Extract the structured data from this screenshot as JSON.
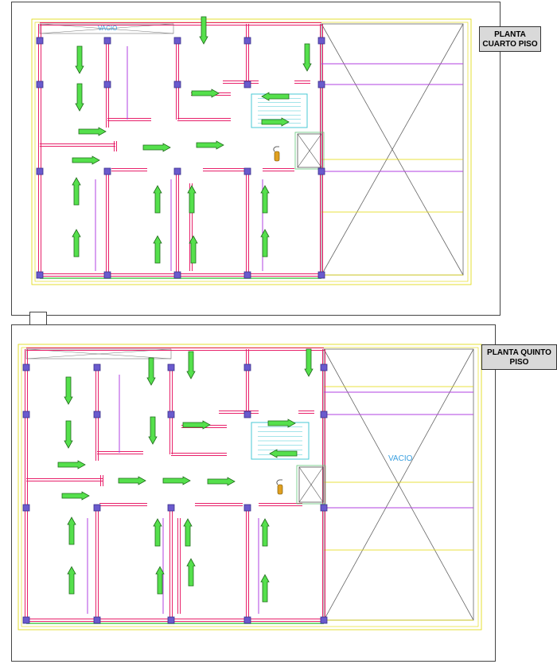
{
  "plans": [
    {
      "label": "PLANTA CUARTO PISO",
      "void_text_top": "VACIO",
      "void_text_right": ""
    },
    {
      "label": "PLANTA QUINTO PISO",
      "void_text_top": "",
      "void_text_right": "VACIO"
    }
  ],
  "colors": {
    "wall": "#e8206a",
    "column": "#6a5acd",
    "arrow": "#55e04c",
    "arrow_stroke": "#1f6b1a",
    "guide": "#e0d800",
    "partition": "#b040e0",
    "stair": "#49c9d6"
  },
  "icons": [
    "arrow-icon",
    "fire-extinguisher-icon",
    "column-icon"
  ]
}
